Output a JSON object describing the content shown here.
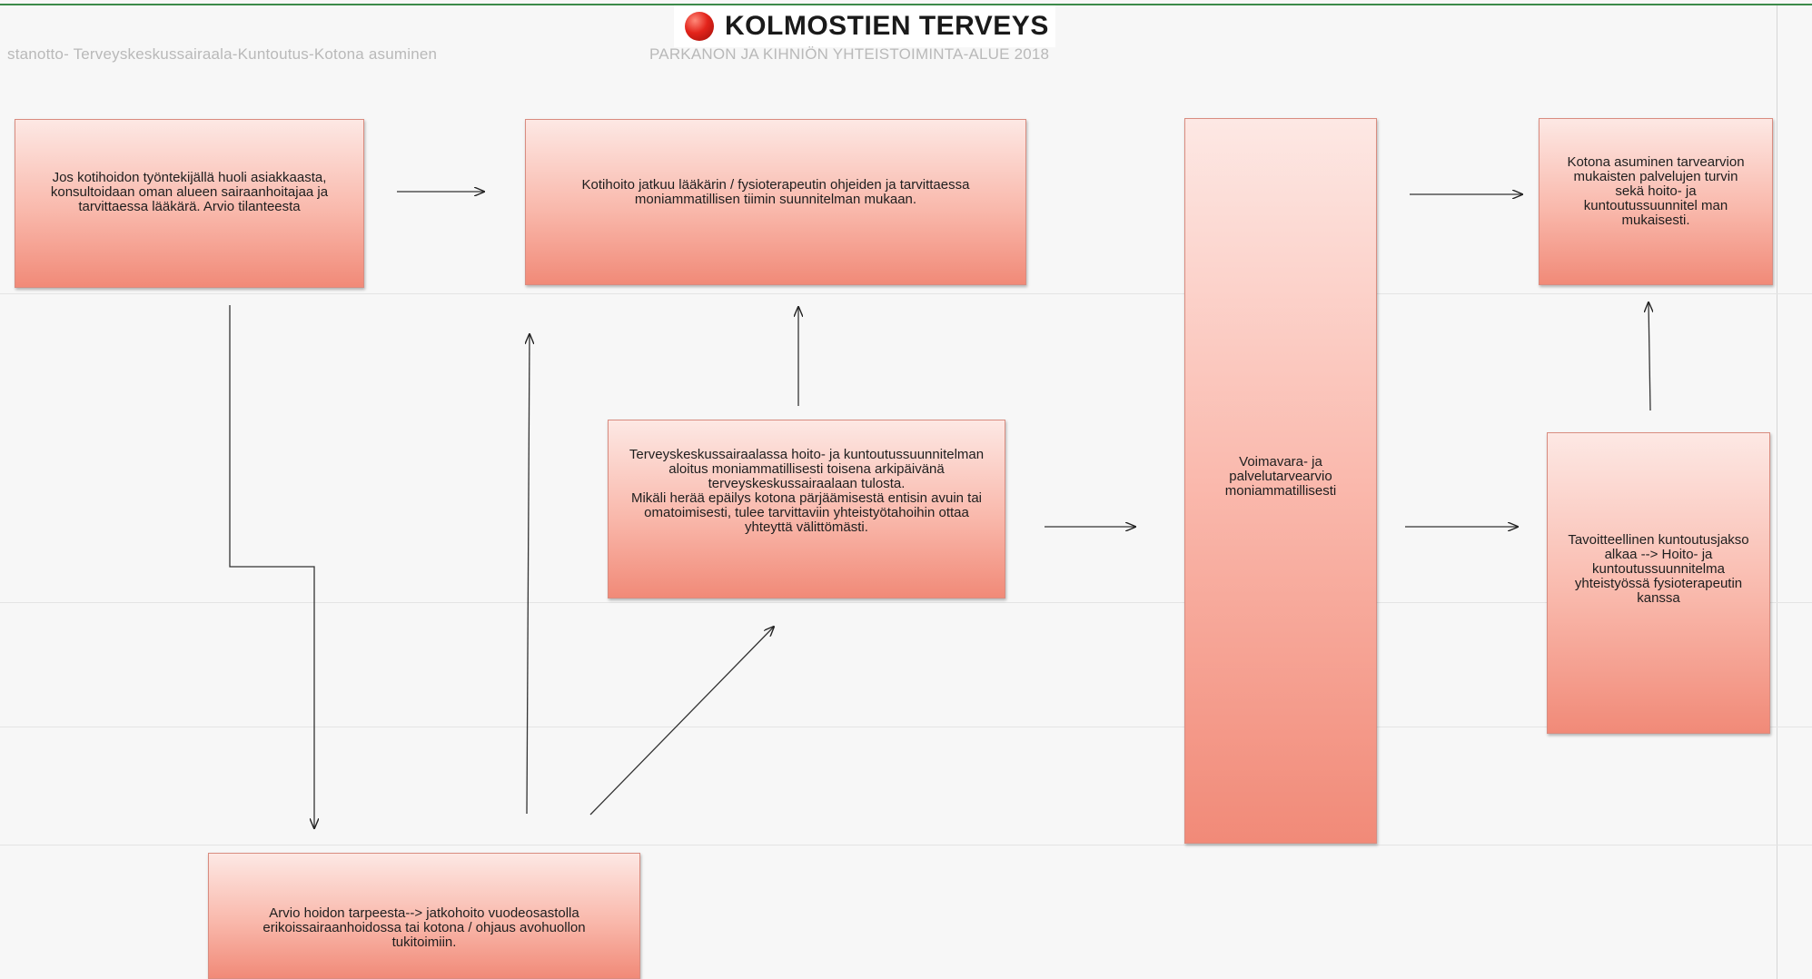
{
  "header": {
    "logo_text": "KOLMOSTIEN TERVEYS",
    "faded_left": "stanotto- Terveyskeskussairaala-Kuntoutus-Kotona asuminen",
    "faded_right": "PARKANON JA KIHNIÖN YHTEISTOIMINTA-ALUE 2018"
  },
  "colors": {
    "box_top": "#fde8e4",
    "box_bottom": "#f18a78",
    "logo_dot": "#e3241b",
    "top_rule": "#3c8a4a"
  },
  "nodes": {
    "kotihoito_huoli": "Jos kotihoidon työntekijällä huoli asiakkaasta, konsultoidaan oman alueen sairaanhoitajaa ja tarvittaessa lääkärä. Arvio tilanteesta",
    "kotihoito_jatkuu": "Kotihoito jatkuu lääkärin / fysioterapeutin ohjeiden ja tarvittaessa moniammatillisen tiimin suunnitelman mukaan.",
    "terveyskeskussairaala": "Terveyskeskussairaalassa hoito- ja kuntoutussuunnitelman aloitus moniammatillisesti toisena arkipäivänä terveyskeskussairaalaan tulosta.\nMikäli herää epäilys kotona pärjäämisestä entisin avuin tai omatoimisesti, tulee tarvittaviin yhteistyötahoihin ottaa yhteyttä välittömästi.",
    "voimavara": "Voimavara- ja palvelutarvearvio moniammatillisesti",
    "kotona_asuminen": "Kotona asuminen tarvearvion mukaisten palvelujen turvin sekä hoito- ja kuntoutussuunnitel man mukaisesti.",
    "kuntoutusjakso": "Tavoitteellinen kuntoutusjakso alkaa --> Hoito- ja kuntoutussuunnitelma yhteistyössä fysioterapeutin kanssa",
    "arvio_hoidon": "Arvio hoidon tarpeesta--> jatkohoito vuodeosastolla erikoissairaanhoidossa tai kotona / ohjaus avohuollon tukitoimiin."
  }
}
